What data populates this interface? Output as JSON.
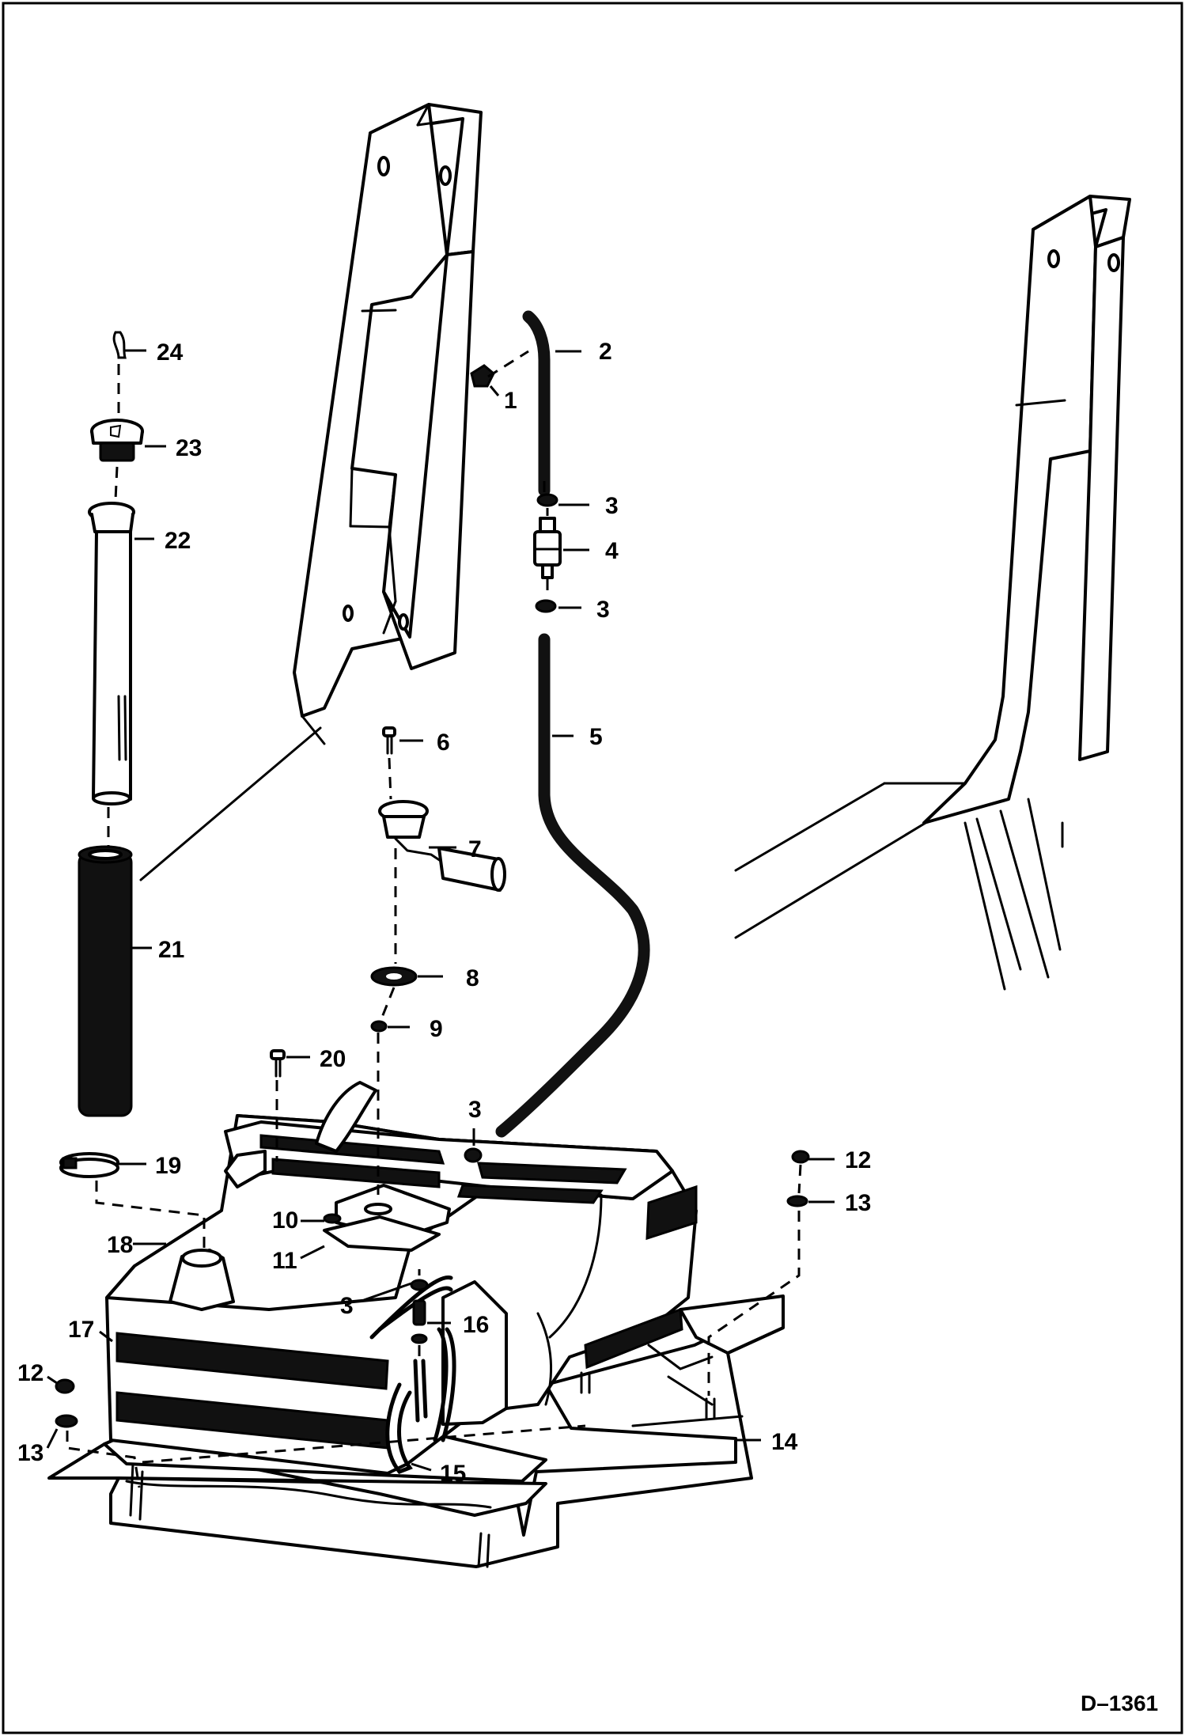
{
  "drawing_number": "D–1361",
  "callouts": [
    {
      "label": "1"
    },
    {
      "label": "2"
    },
    {
      "label": "3"
    },
    {
      "label": "4"
    },
    {
      "label": "3"
    },
    {
      "label": "5"
    },
    {
      "label": "6"
    },
    {
      "label": "7"
    },
    {
      "label": "8"
    },
    {
      "label": "9"
    },
    {
      "label": "3"
    },
    {
      "label": "10"
    },
    {
      "label": "11"
    },
    {
      "label": "3"
    },
    {
      "label": "16"
    },
    {
      "label": "12"
    },
    {
      "label": "13"
    },
    {
      "label": "14"
    },
    {
      "label": "15"
    },
    {
      "label": "17"
    },
    {
      "label": "18"
    },
    {
      "label": "12"
    },
    {
      "label": "13"
    },
    {
      "label": "19"
    },
    {
      "label": "20"
    },
    {
      "label": "21"
    },
    {
      "label": "22"
    },
    {
      "label": "23"
    },
    {
      "label": "24"
    }
  ]
}
